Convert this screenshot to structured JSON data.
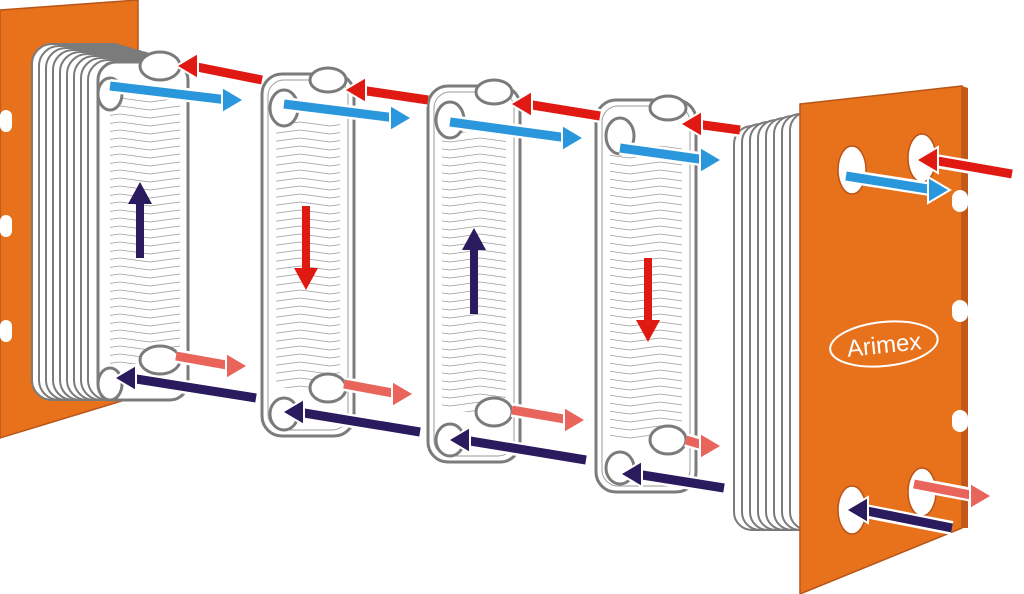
{
  "brand": {
    "logo_text": "Arimex"
  },
  "colors": {
    "frame_orange": "#e8711c",
    "frame_orange_dark": "#c2571a",
    "plate_gray": "#7b7b7b",
    "plate_fill": "#ffffff",
    "hot_in_red": "#e01a12",
    "hot_out_blue": "#2a96dc",
    "cold_in_navy": "#2a1a5e",
    "cold_out_salmon": "#e9645a"
  },
  "icons": {
    "hot_in": "arrow-left-icon",
    "hot_out": "arrow-right-icon",
    "cold_in": "arrow-left-icon",
    "cold_out": "arrow-right-icon",
    "flow_up": "arrow-up-icon",
    "flow_down": "arrow-down-icon"
  },
  "plates": [
    {
      "flow": "up",
      "flow_color": "cold_in_navy"
    },
    {
      "flow": "down",
      "flow_color": "hot_in_red"
    },
    {
      "flow": "up",
      "flow_color": "cold_in_navy"
    },
    {
      "flow": "down",
      "flow_color": "hot_in_red"
    }
  ]
}
